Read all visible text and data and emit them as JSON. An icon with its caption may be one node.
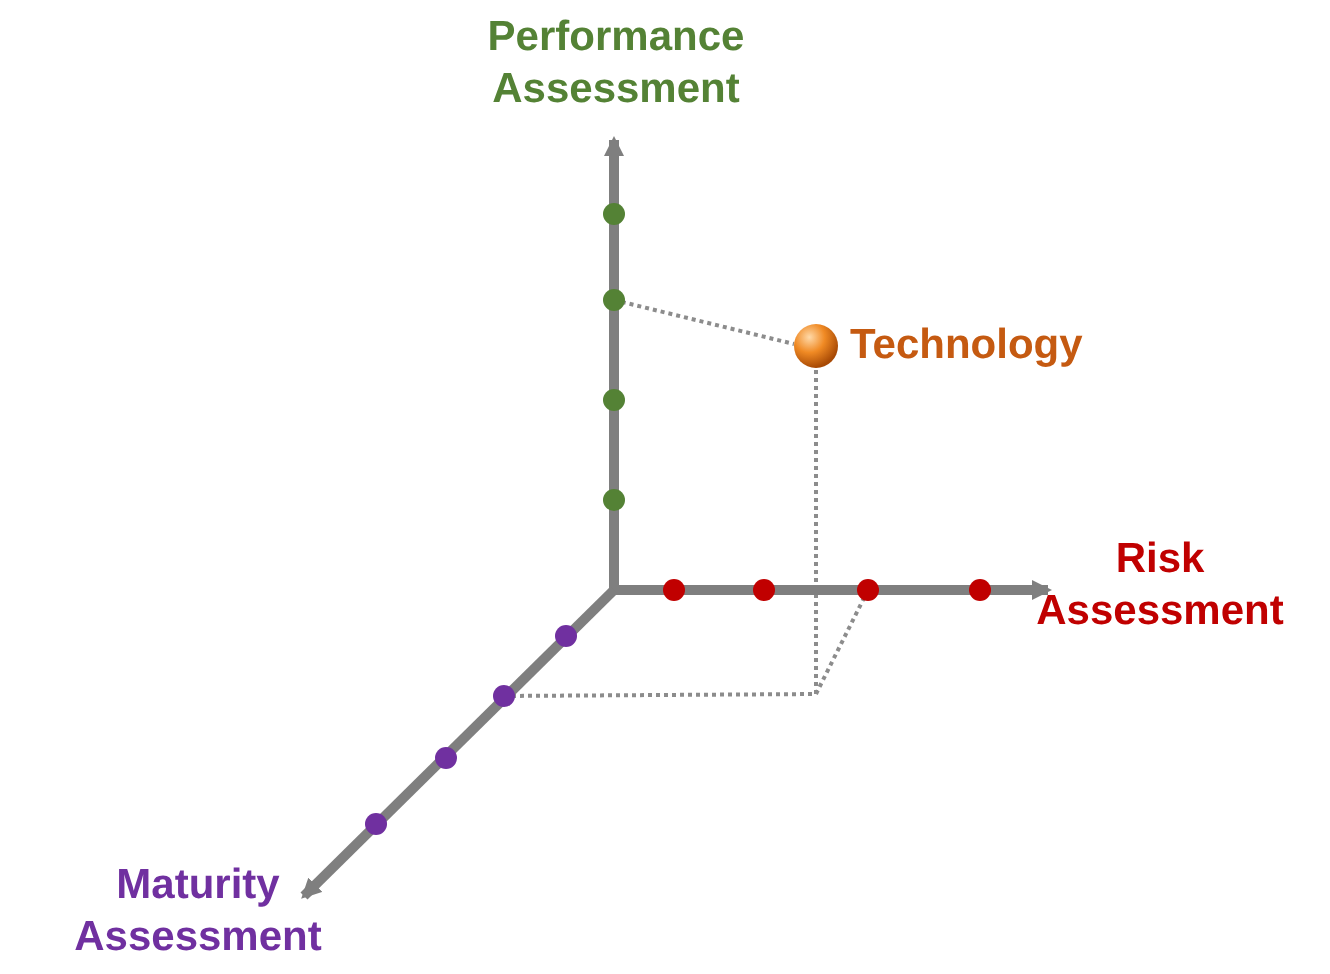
{
  "diagram": {
    "labels": [
      "Performance Assessment",
      "Technology",
      "Risk Assessment",
      "Maturity Assessment"
    ]
  }
}
